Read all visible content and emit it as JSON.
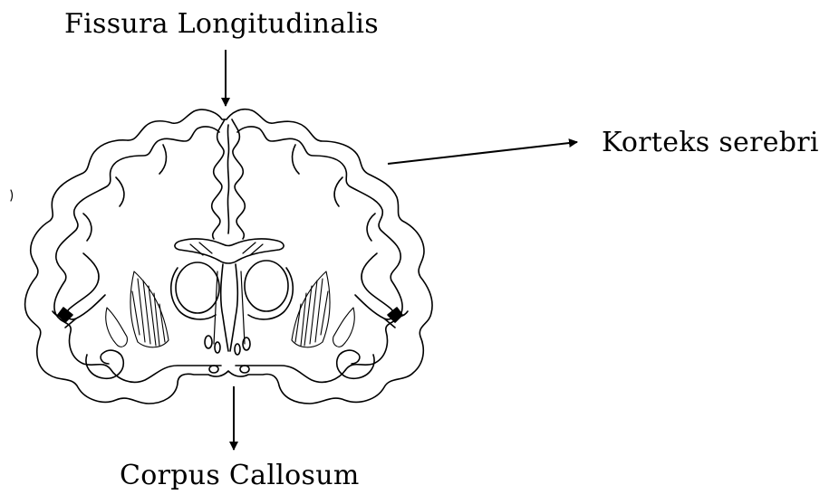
{
  "labels": {
    "fissura": "Fissura Longitudinalis",
    "korteks": "Korteks serebri",
    "corpus": "Corpus Callosum"
  },
  "colors": {
    "ink": "#000000",
    "paper": "#ffffff"
  },
  "icons": {
    "arrow": "arrow-icon",
    "brain": "brain-coronal-section-illustration"
  }
}
